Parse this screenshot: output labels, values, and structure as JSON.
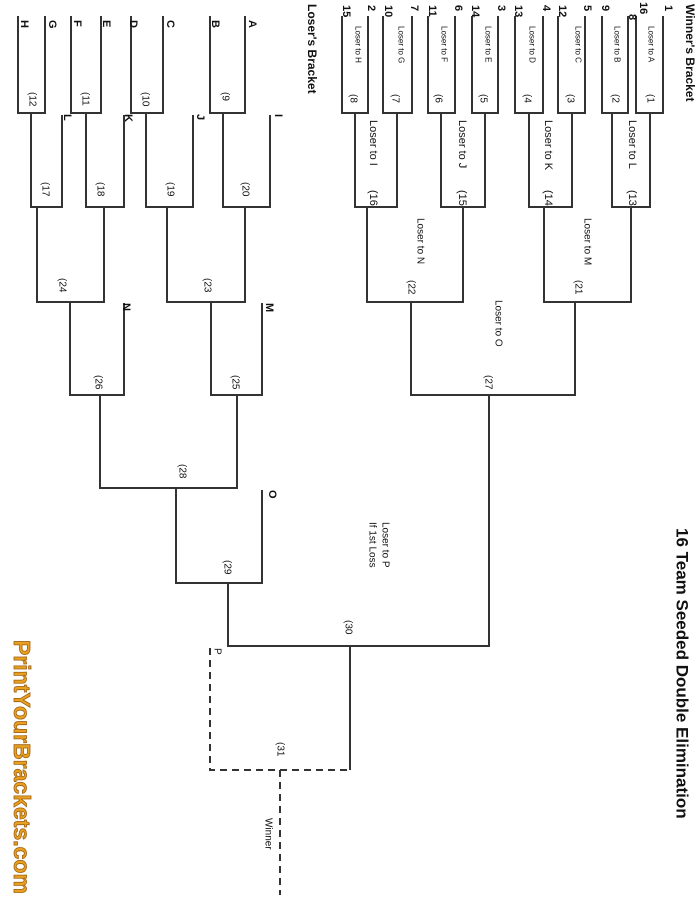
{
  "title": "16 Team Seeded Double Elimination",
  "winners_bracket": {
    "heading": "Winner's Bracket",
    "seeds": [
      "1",
      "16",
      "8",
      "9",
      "5",
      "12",
      "4",
      "13",
      "3",
      "14",
      "6",
      "11",
      "7",
      "10",
      "2",
      "15"
    ],
    "round1_notes": [
      "Loser to A",
      "Loser to B",
      "Loser to C",
      "Loser to D",
      "Loser to E",
      "Loser to F",
      "Loser to G",
      "Loser to H"
    ],
    "round1_games": [
      "(1",
      "(2",
      "(3",
      "(4",
      "(5",
      "(6",
      "(7",
      "(8"
    ],
    "round2_notes": [
      "Loser to L",
      "Loser to K",
      "Loser to J",
      "Loser to I"
    ],
    "round2_games": [
      "(13",
      "(14",
      "(15",
      "(16"
    ],
    "round3_notes": [
      "Loser to M",
      "Loser to N"
    ],
    "round3_games": [
      "(21",
      "(22"
    ],
    "final_note": "Loser to O",
    "final_game": "(27"
  },
  "losers_bracket": {
    "heading": "Loser's Bracket",
    "entries": [
      "A",
      "B",
      "C",
      "D",
      "E",
      "F",
      "G",
      "H"
    ],
    "round1_games": [
      "(9",
      "(10",
      "(11",
      "(12"
    ],
    "round2_entries": [
      "I",
      "J",
      "K",
      "L"
    ],
    "round2_games": [
      "(20",
      "(19",
      "(18",
      "(17"
    ],
    "round3_games": [
      "(23",
      "(24"
    ],
    "round4_entries": [
      "M",
      "N"
    ],
    "round4_games": [
      "(25",
      "(26"
    ],
    "round5_game": "(28",
    "round6_entry": "O",
    "round6_game": "(29"
  },
  "championship": {
    "game30": "(30",
    "note_line1": "Loser to P",
    "note_line2": "If 1st Loss",
    "entry_p": "P",
    "game31": "(31",
    "winner_label": "Winner"
  },
  "logo": {
    "text": "PrintYourBrackets.com",
    "color": "#e8a020"
  }
}
